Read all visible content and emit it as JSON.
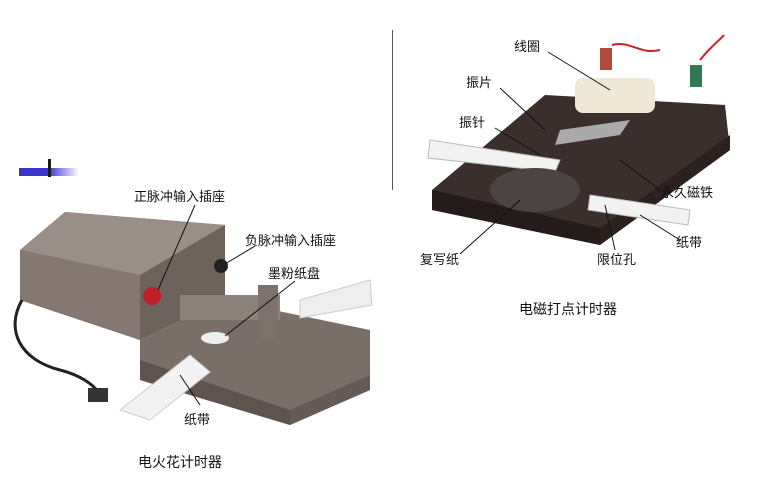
{
  "left_figure": {
    "caption": "电火花计时器",
    "labels": {
      "positive_socket": "正脉冲输入插座",
      "negative_socket": "负脉冲输入插座",
      "ink_disc": "墨粉纸盘",
      "paper_tape": "纸带"
    }
  },
  "right_figure": {
    "caption": "电磁打点计时器",
    "labels": {
      "coil": "线圈",
      "vibrating_reed": "振片",
      "vibrating_needle": "振针",
      "permanent_magnet": "永久磁铁",
      "paper_tape": "纸带",
      "carbon_paper": "复写纸",
      "limit_hole": "限位孔"
    }
  },
  "colors": {
    "accent_bar": "#3a33cc"
  }
}
